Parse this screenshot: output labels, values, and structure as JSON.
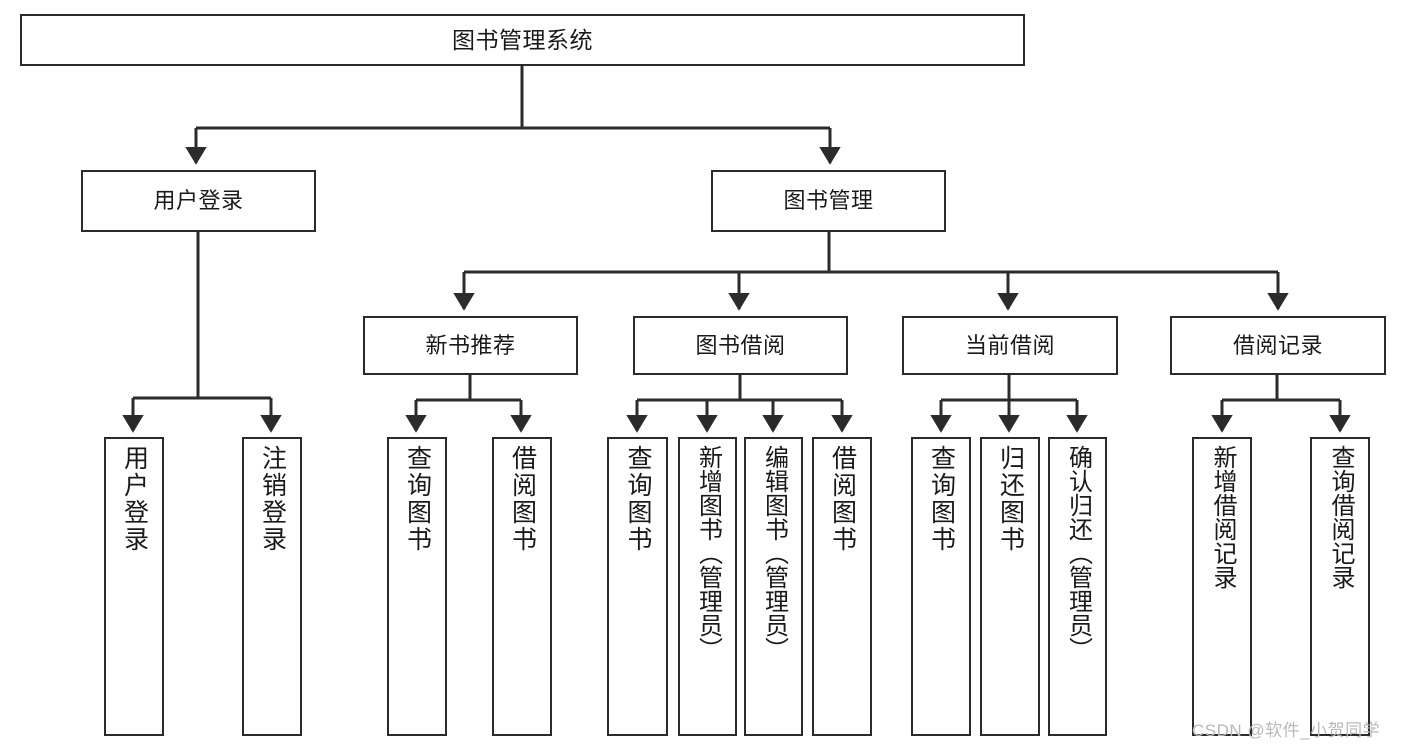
{
  "diagram": {
    "type": "tree-hierarchy-chart",
    "title": "图书管理系统",
    "colors": {
      "box_border": "#2b2b2b",
      "box_fill": "#ffffff",
      "edge": "#2b2b2b",
      "text": "#1a1a1a",
      "watermark": "#b9b9b9"
    },
    "root": {
      "label": "图书管理系统"
    },
    "level2": [
      {
        "id": "user-login",
        "label": "用户登录"
      },
      {
        "id": "book-manage",
        "label": "图书管理"
      }
    ],
    "level3": [
      {
        "id": "new-book-recommend",
        "label": "新书推荐"
      },
      {
        "id": "book-borrow",
        "label": "图书借阅"
      },
      {
        "id": "current-borrow",
        "label": "当前借阅"
      },
      {
        "id": "borrow-record",
        "label": "借阅记录"
      }
    ],
    "leaves": {
      "user_login": [
        {
          "id": "leaf-user-login",
          "label": "用户登录"
        },
        {
          "id": "leaf-logout",
          "label": "注销登录"
        }
      ],
      "new_book_recommend": [
        {
          "id": "leaf-query-book-1",
          "label": "查询图书"
        },
        {
          "id": "leaf-borrow-book-1",
          "label": "借阅图书"
        }
      ],
      "book_borrow": [
        {
          "id": "leaf-query-book-2",
          "label": "查询图书"
        },
        {
          "id": "leaf-add-book",
          "label": "新增图书（管理员）"
        },
        {
          "id": "leaf-edit-book",
          "label": "编辑图书（管理员）"
        },
        {
          "id": "leaf-borrow-book-2",
          "label": "借阅图书"
        }
      ],
      "current_borrow": [
        {
          "id": "leaf-query-book-3",
          "label": "查询图书"
        },
        {
          "id": "leaf-return-book",
          "label": "归还图书"
        },
        {
          "id": "leaf-confirm-return",
          "label": "确认归还（管理员）"
        }
      ],
      "borrow_record": [
        {
          "id": "leaf-add-record",
          "label": "新增借阅记录"
        },
        {
          "id": "leaf-query-record",
          "label": "查询借阅记录"
        }
      ]
    }
  },
  "watermark": {
    "text": "CSDN @软件_小贺同学"
  }
}
